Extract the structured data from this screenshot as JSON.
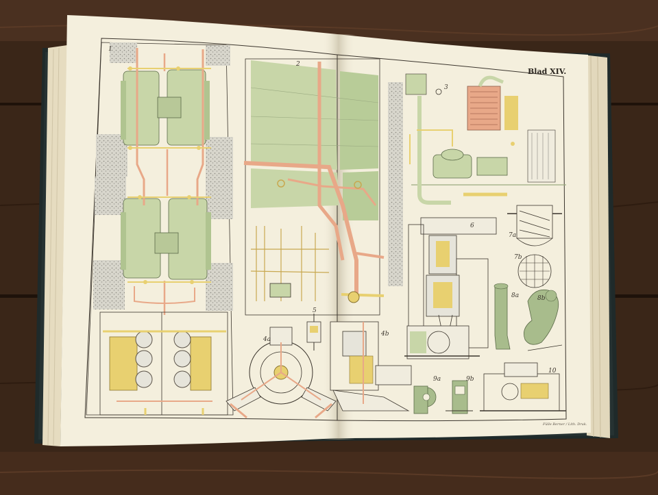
{
  "plate": {
    "title": "Blad XIV.",
    "imprint": "Fülle Berner / Lith. Druk."
  },
  "figures": [
    {
      "id": "f1",
      "label": "1"
    },
    {
      "id": "f2",
      "label": "2"
    },
    {
      "id": "f3",
      "label": "3"
    },
    {
      "id": "f4a",
      "label": "4a"
    },
    {
      "id": "f4b",
      "label": "4b"
    },
    {
      "id": "f5",
      "label": "5"
    },
    {
      "id": "f6",
      "label": "6"
    },
    {
      "id": "f7a",
      "label": "7a"
    },
    {
      "id": "f7b",
      "label": "7b"
    },
    {
      "id": "f8a",
      "label": "8a"
    },
    {
      "id": "f8b",
      "label": "8b"
    },
    {
      "id": "f9a",
      "label": "9a"
    },
    {
      "id": "f9b",
      "label": "9b"
    },
    {
      "id": "f10",
      "label": "10"
    }
  ],
  "colors": {
    "wood": "#3a2618",
    "paper": "#f4efdd",
    "green_fill": "#c8d6a8",
    "copper_pipe": "#e8a888",
    "brass": "#e8d070",
    "ink": "#3a342c"
  }
}
